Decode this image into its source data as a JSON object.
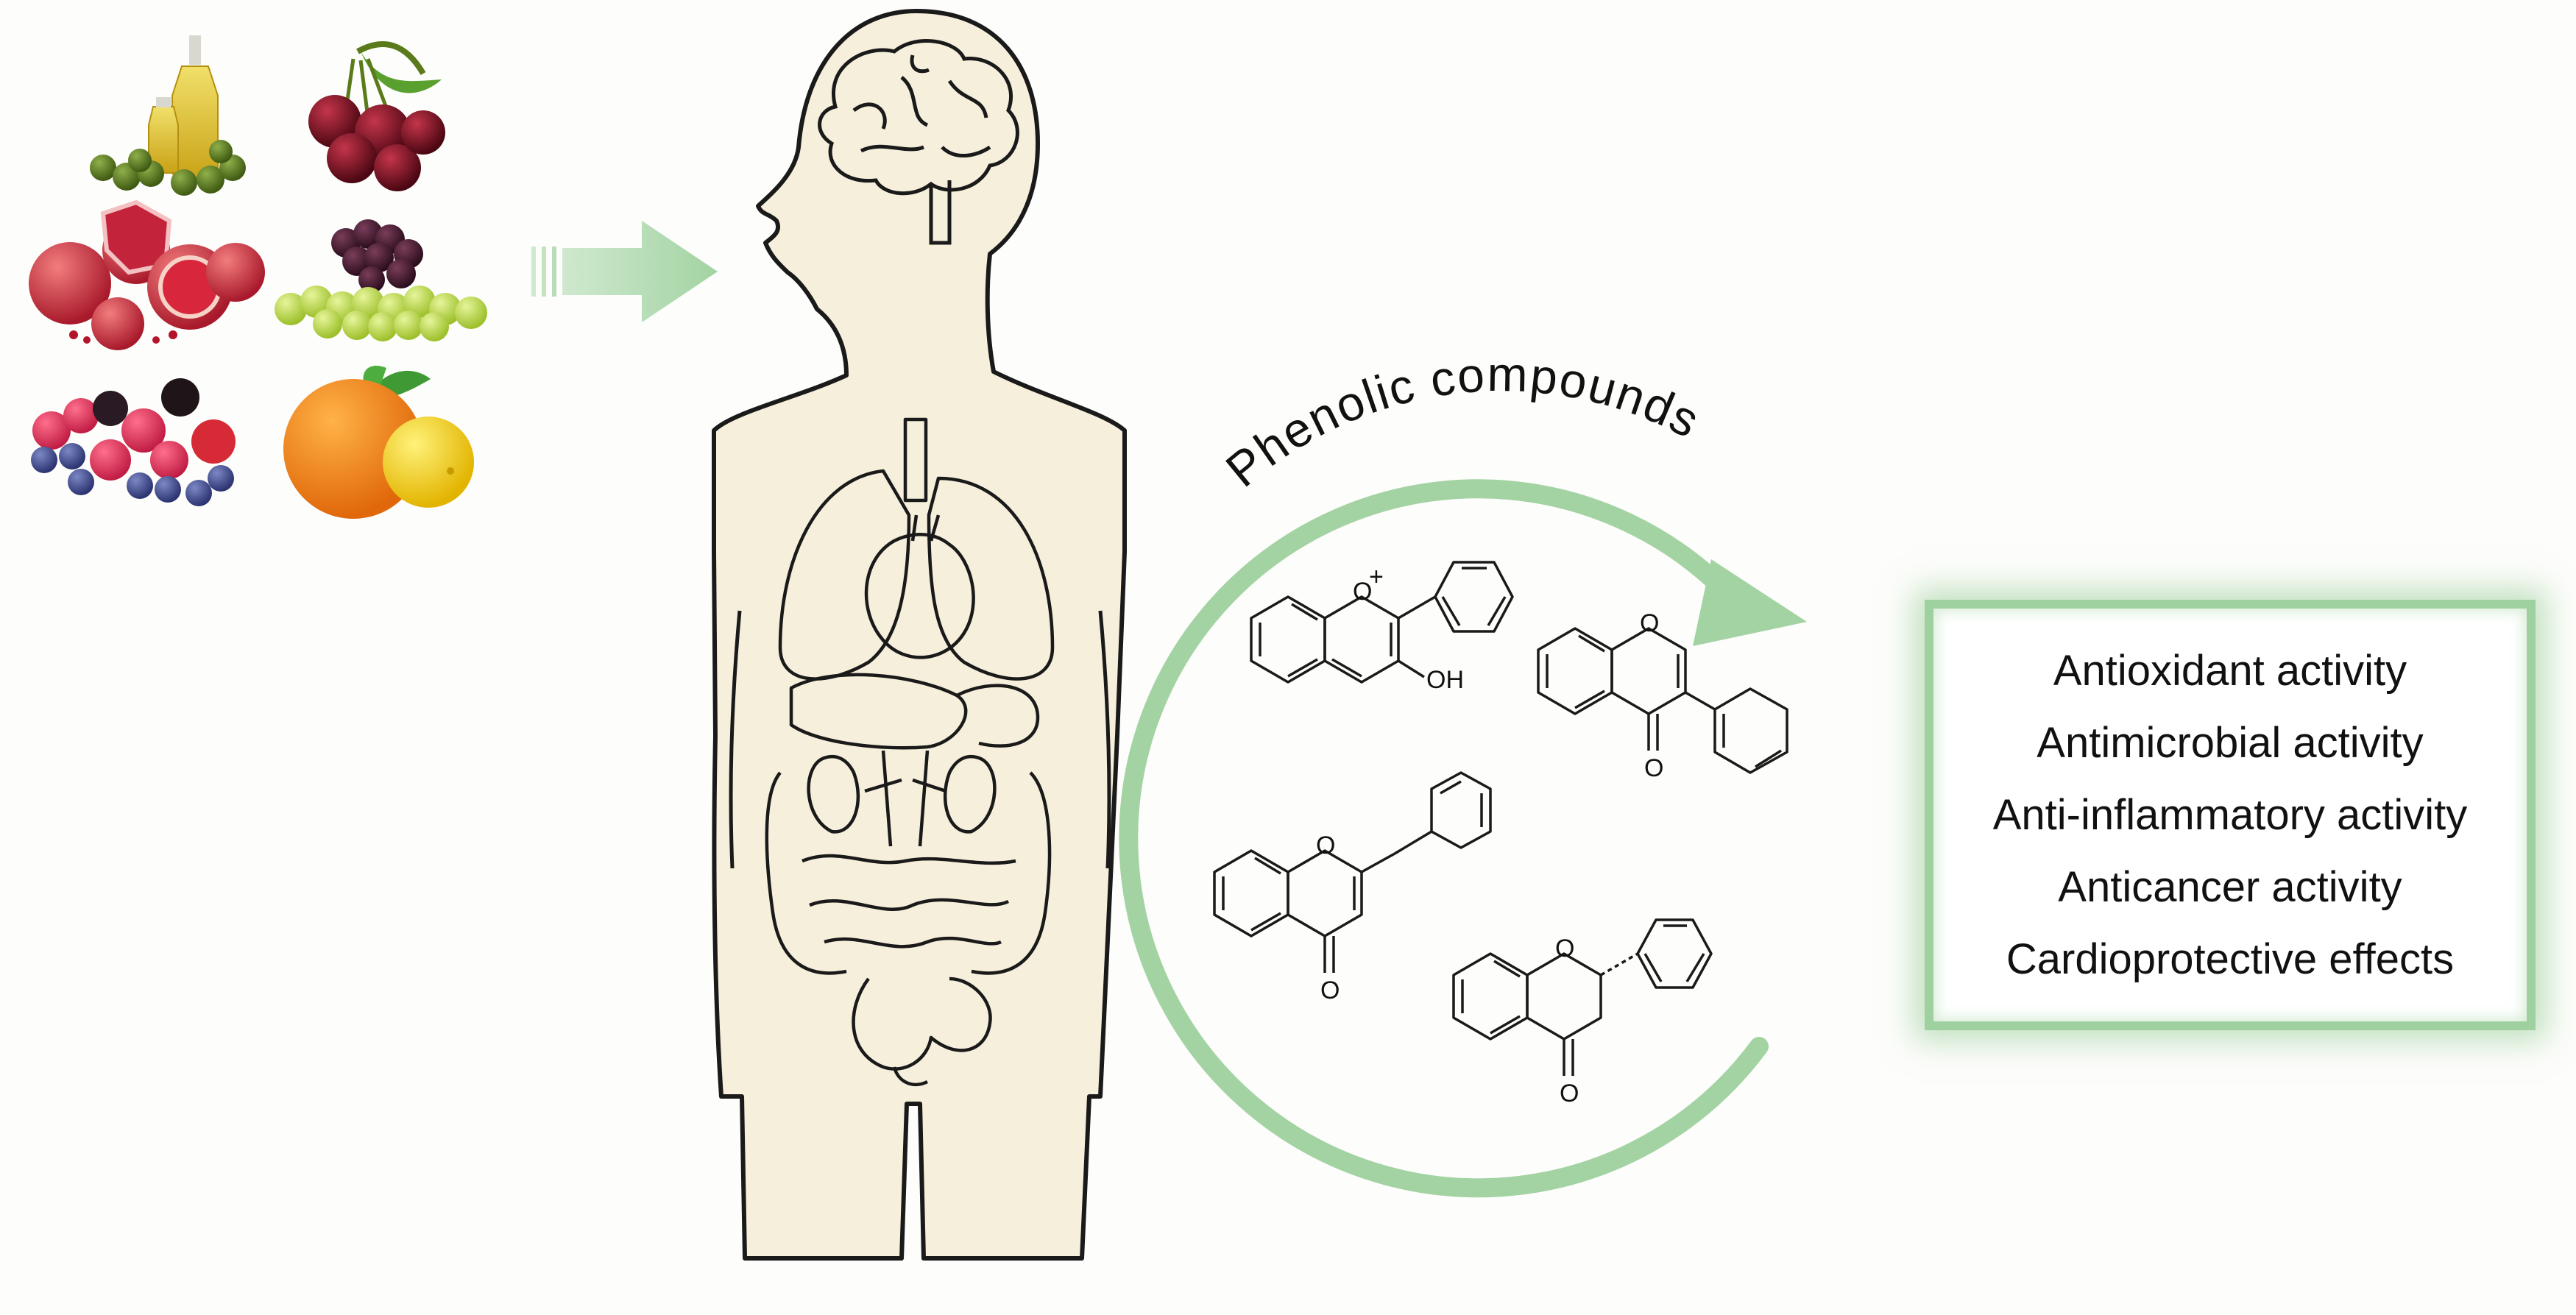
{
  "curved_label": "Phenolic compounds",
  "atom_labels": {
    "oxonium": "O",
    "charge": "+",
    "hydroxyl": "OH",
    "ring_oxygen": "O",
    "carbonyl": "O"
  },
  "effects": [
    "Antioxidant activity",
    "Antimicrobial activity",
    "Anti-inflammatory activity",
    "Anticancer activity",
    "Cardioprotective effects"
  ],
  "colors": {
    "arrow_green": "#a3d3a3",
    "box_border": "#9fd09f",
    "body_fill": "#f6efdc",
    "line": "#222222"
  },
  "food_icons": [
    "olive-oil-icon",
    "cherries-icon",
    "pomegranate-icon",
    "grapes-icon",
    "berries-icon",
    "citrus-icon"
  ]
}
